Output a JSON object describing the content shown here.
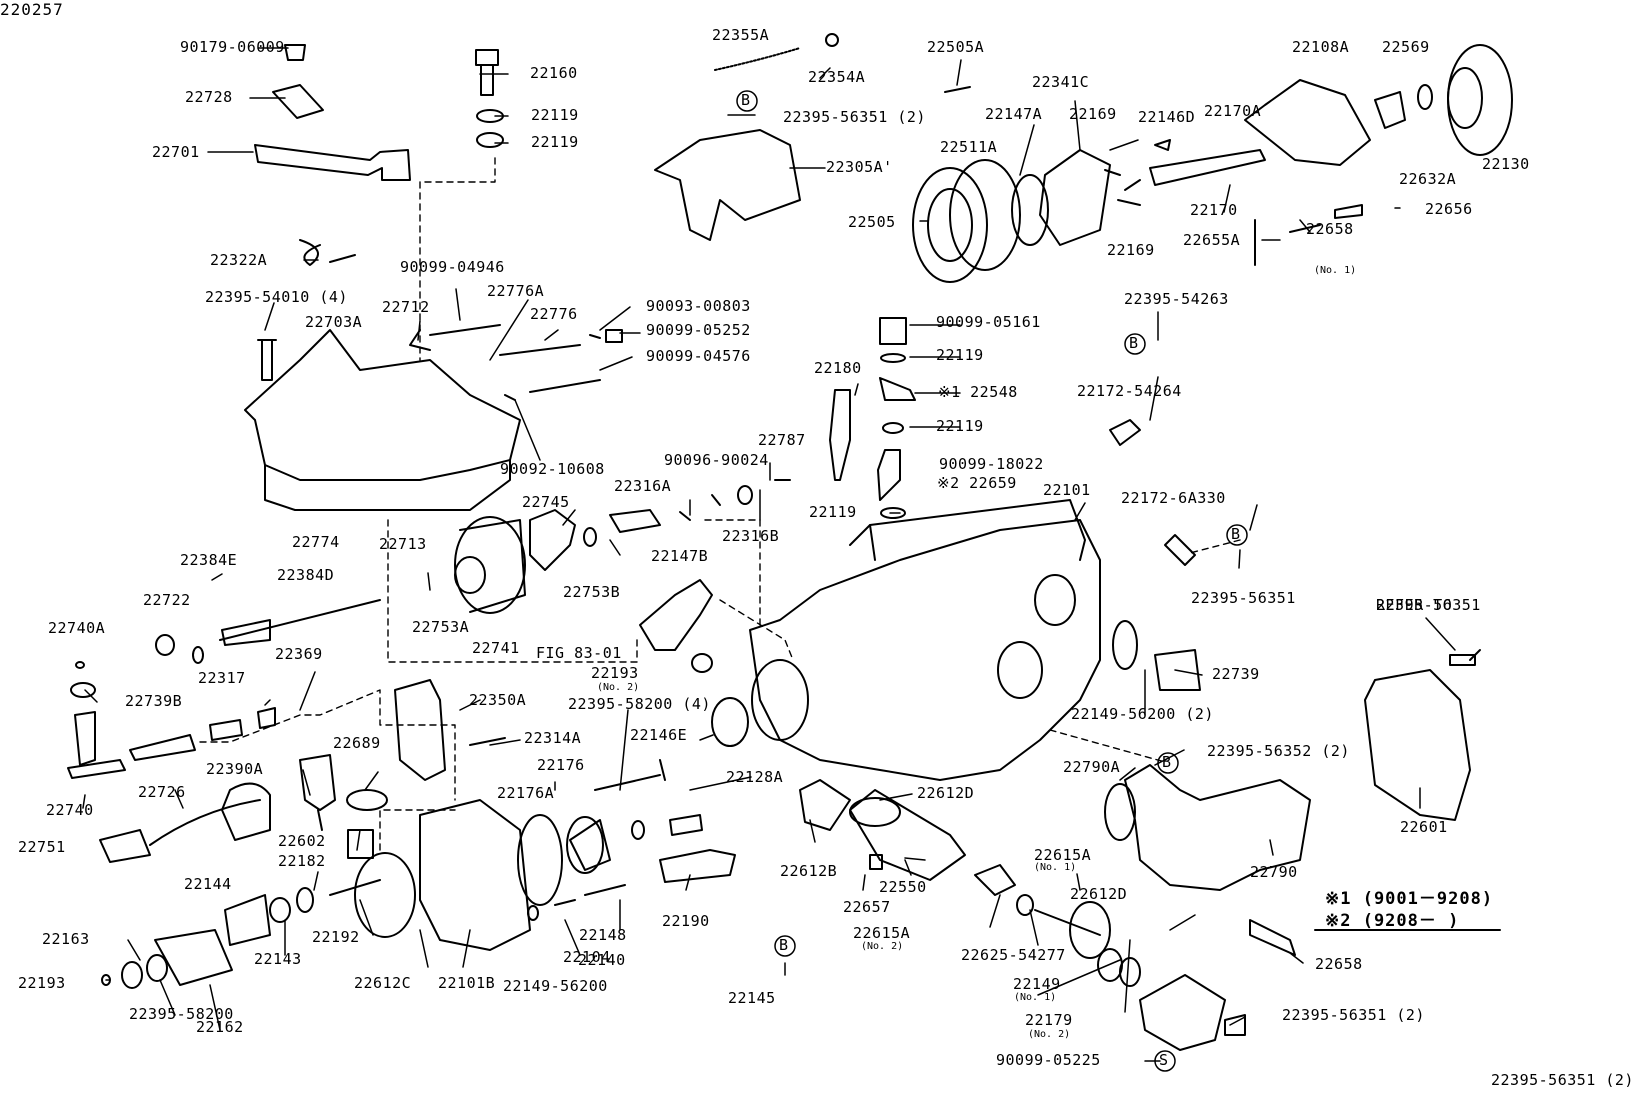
{
  "diagram": {
    "code": "220257",
    "legend": [
      "※1 (9001－9208)",
      "※2 (9208－    )"
    ],
    "refer": [
      "REFER TO",
      "FIG 83-01"
    ],
    "callouts": {
      "B": "B",
      "S": "S"
    }
  },
  "labels": [
    "90179-06009",
    "22728",
    "22701",
    "22160",
    "22119",
    "22119",
    "22355A",
    "22354A",
    "22395-56351 (2)",
    "22305A'",
    "22505A",
    "22341C",
    "22108A",
    "22569",
    "22170A",
    "22147A",
    "22169",
    "22146D",
    "22511A",
    "22632A",
    "22130",
    "22505",
    "22170",
    "22169",
    "22655A",
    "22658",
    "22656",
    "22322A",
    "90099-04946",
    "22395-54010 (4)",
    "22776A",
    "22712",
    "22776",
    "90093-00803",
    "22703A",
    "90099-05252",
    "90099-04576",
    "90092-10608",
    "90099-05161",
    "22119",
    "22180",
    "※1 22548",
    "22395-54263",
    "22172-54264",
    "22119",
    "90099-18022",
    "22787",
    "90096-90024",
    "※2 22659",
    "22316A",
    "22101",
    "22745",
    "22119",
    "22774",
    "22172-6A330",
    "22384E",
    "22713",
    "22316B",
    "22147B",
    "22384D",
    "22722",
    "22753B",
    "22395-56351",
    "22740A",
    "22753A",
    "REFER TO",
    "22741",
    "FIG 83-01",
    "22369",
    "22193",
    "22395-56351",
    "22739",
    "22739B",
    "22317",
    "22350A",
    "22395-58200 (4)",
    "22149-56200 (2)",
    "22314A",
    "22689",
    "22146E",
    "22395-56352 (2)",
    "22390A",
    "22176",
    "22790A",
    "22740",
    "22726",
    "22128A",
    "22176A",
    "22612D",
    "22601",
    "22751",
    "22602",
    "22182",
    "22612B",
    "22790",
    "22144",
    "22615A",
    "22612D",
    "22550",
    "22192",
    "22657",
    "22190",
    "22163",
    "22615A",
    "22148",
    "22143",
    "22104",
    "22625-54277",
    "22612C",
    "22101B",
    "22140",
    "22149-56200",
    "22149",
    "22193",
    "22179",
    "22658",
    "22395-58200",
    "22162",
    "22145",
    "22395-56351 (2)",
    "90099-05225",
    "22395-56351 (2)",
    "220257"
  ],
  "notes": [
    "(No. 1)",
    "(No. 2)",
    "(No. 1)",
    "(No. 2)",
    "(No. 1)",
    "(No. 2)"
  ]
}
